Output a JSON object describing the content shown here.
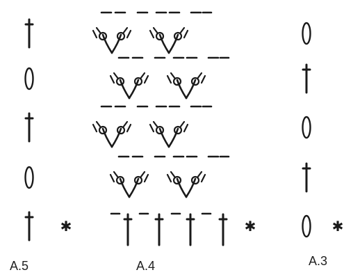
{
  "legend_colors": {
    "ink": "#1a1a1a",
    "background": "#ffffff"
  },
  "symbols": {
    "treble": "treble-crochet-symbol",
    "chain": "chain-stitch-symbol",
    "v_group": "v-group-with-picots-symbol",
    "dash": "chain-dash-symbol",
    "star": "star-marker-symbol"
  },
  "diagrams": [
    {
      "label": "A.5",
      "rows": [
        "treble",
        "chain",
        "treble",
        "chain",
        "treble"
      ]
    },
    {
      "label": "A.4",
      "rows": [
        "v_group",
        "v_group",
        "v_group",
        "v_group",
        "treble"
      ]
    },
    {
      "label": "A.3",
      "rows": [
        "chain",
        "treble",
        "chain",
        "treble",
        "chain"
      ]
    }
  ],
  "star_marker": "✱"
}
